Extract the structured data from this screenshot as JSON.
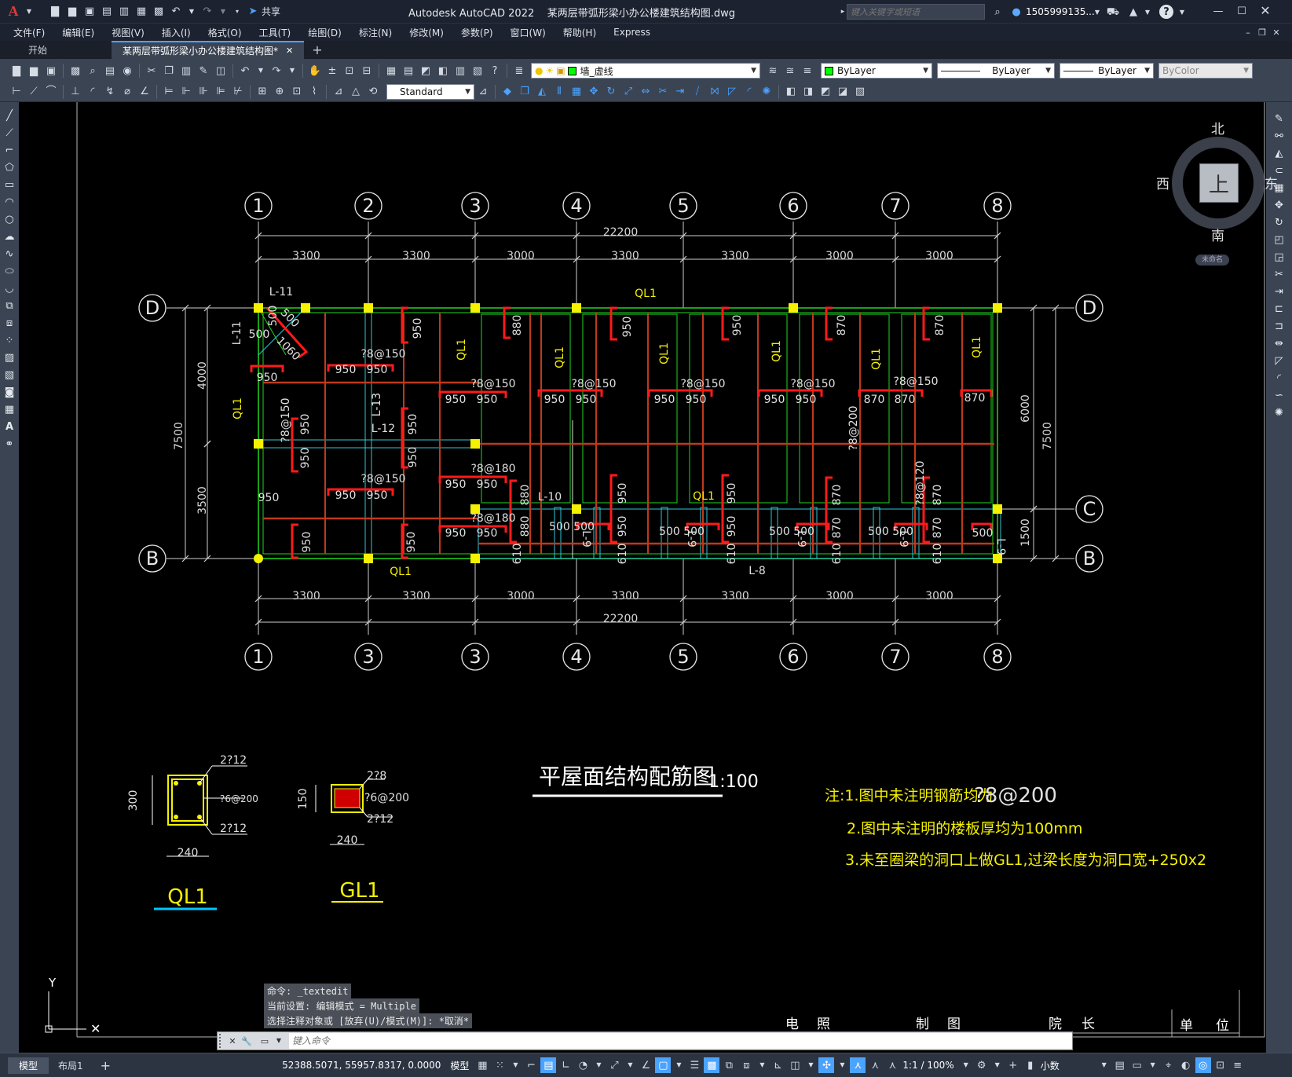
{
  "title_bar": {
    "share_label": "共享",
    "window_title": "Autodesk AutoCAD 2022    某两层带弧形梁小办公楼建筑结构图.dwg",
    "search_placeholder": "键入关键字或短语",
    "user_name": "1505999135...",
    "help_glyph": "?"
  },
  "menu": [
    "文件(F)",
    "编辑(E)",
    "视图(V)",
    "插入(I)",
    "格式(O)",
    "工具(T)",
    "绘图(D)",
    "标注(N)",
    "修改(M)",
    "参数(P)",
    "窗口(W)",
    "帮助(H)",
    "Express"
  ],
  "tabs": {
    "start": "开始",
    "document": "某两层带弧形梁小办公楼建筑结构图*",
    "add": "+"
  },
  "properties": {
    "layer": "墙_虚线",
    "color": "ByLayer",
    "linetype": "ByLayer",
    "lineweight": "ByLayer",
    "plotstyle": "ByColor",
    "textstyle": "Standard"
  },
  "viewcube": {
    "north": "北",
    "south": "南",
    "east": "东",
    "west": "西",
    "top": "上",
    "wcs": "未命名"
  },
  "drawing": {
    "axes_top": [
      "1",
      "2",
      "3",
      "4",
      "5",
      "6",
      "7",
      "8"
    ],
    "axes_bottom": [
      "1",
      "3",
      "3",
      "4",
      "5",
      "6",
      "7",
      "8"
    ],
    "rows_left": [
      "D",
      "B"
    ],
    "rows_right": [
      "D",
      "C",
      "B"
    ],
    "total_width": "22200",
    "spans_top": [
      "3300",
      "3300",
      "3000",
      "3300",
      "3300",
      "3000",
      "3000"
    ],
    "spans_bottom": [
      "3300",
      "3300",
      "3000",
      "3300",
      "3300",
      "3000",
      "3000"
    ],
    "left_dims": {
      "outer": "7500",
      "upper": "4000",
      "lower": "3500"
    },
    "right_dims": {
      "outer": "7500",
      "upper": "6000",
      "lower": "1500"
    },
    "beam_labels": {
      "ql1": "QL1",
      "l11": "L-11",
      "l12": "L-12",
      "l13": "L-13",
      "l10": "L-10",
      "l9": "L-9",
      "l8": "L-8"
    },
    "rebar_labels": {
      "r150": "?8@150",
      "r180": "?8@180",
      "r200": "?8@200",
      "r120": "?8@120"
    },
    "numbers": {
      "n950": "950",
      "n880": "880",
      "n870": "870",
      "n610": "610",
      "n500": "500",
      "n1060": "1060",
      "n500500": "500 500"
    },
    "title_main": "平屋面结构配筋图",
    "title_scale": "1:100",
    "notes": {
      "n1": "注:1.图中未注明钢筋均为",
      "n1b": "?8@200",
      "n2": "2.图中未注明的楼板厚均为100mm",
      "n3": "3.未至圈梁的洞口上做GL1,过梁长度为洞口宽+250x2"
    },
    "sections": {
      "ql1_name": "QL1",
      "ql1_top": "2?12",
      "ql1_stir": "?6@200",
      "ql1_bot": "2?12",
      "ql1_h": "300",
      "ql1_w": "240",
      "gl1_name": "GL1",
      "gl1_top": "2?8",
      "gl1_stir": "?6@200",
      "gl1_bot": "2?12",
      "gl1_h": "150",
      "gl1_w": "240"
    },
    "titleblock": {
      "c1": "电",
      "c2": "照",
      "c3": "制",
      "c4": "图",
      "c5": "院",
      "c6": "长",
      "c7": "单",
      "c8": "位"
    },
    "ucs": {
      "y": "Y"
    }
  },
  "command": {
    "history": [
      "命令: _textedit",
      "当前设置: 编辑模式 = Multiple",
      "选择注释对象或 [放弃(U)/模式(M)]: *取消*"
    ],
    "placeholder": "键入命令"
  },
  "status": {
    "tab_model": "模型",
    "tab_layout": "布局1",
    "add": "+",
    "coords": "52388.5071, 55957.8317, 0.0000",
    "space": "模型",
    "scale": "1:1 / 100%",
    "units": "小数"
  }
}
